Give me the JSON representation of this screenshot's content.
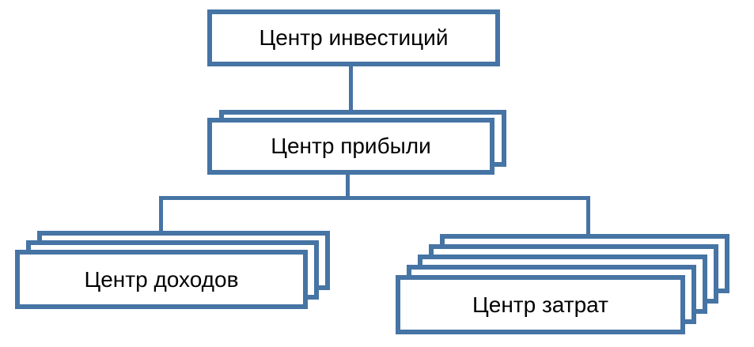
{
  "diagram": {
    "title": "Responsibility centers hierarchy",
    "accent_color": "#4674A4",
    "box_fill_color": "#FFFFFF",
    "text_color": "#000000",
    "nodes": [
      {
        "id": "investment",
        "label": "Центр инвестиций",
        "layers": 1
      },
      {
        "id": "profit",
        "label": "Центр прибыли",
        "layers": 2
      },
      {
        "id": "revenue",
        "label": "Центр доходов",
        "layers": 3
      },
      {
        "id": "cost",
        "label": "Центр затрат",
        "layers": 5
      }
    ],
    "edges": [
      {
        "from": "investment",
        "to": "profit"
      },
      {
        "from": "profit",
        "to": "revenue"
      },
      {
        "from": "profit",
        "to": "cost"
      }
    ]
  }
}
